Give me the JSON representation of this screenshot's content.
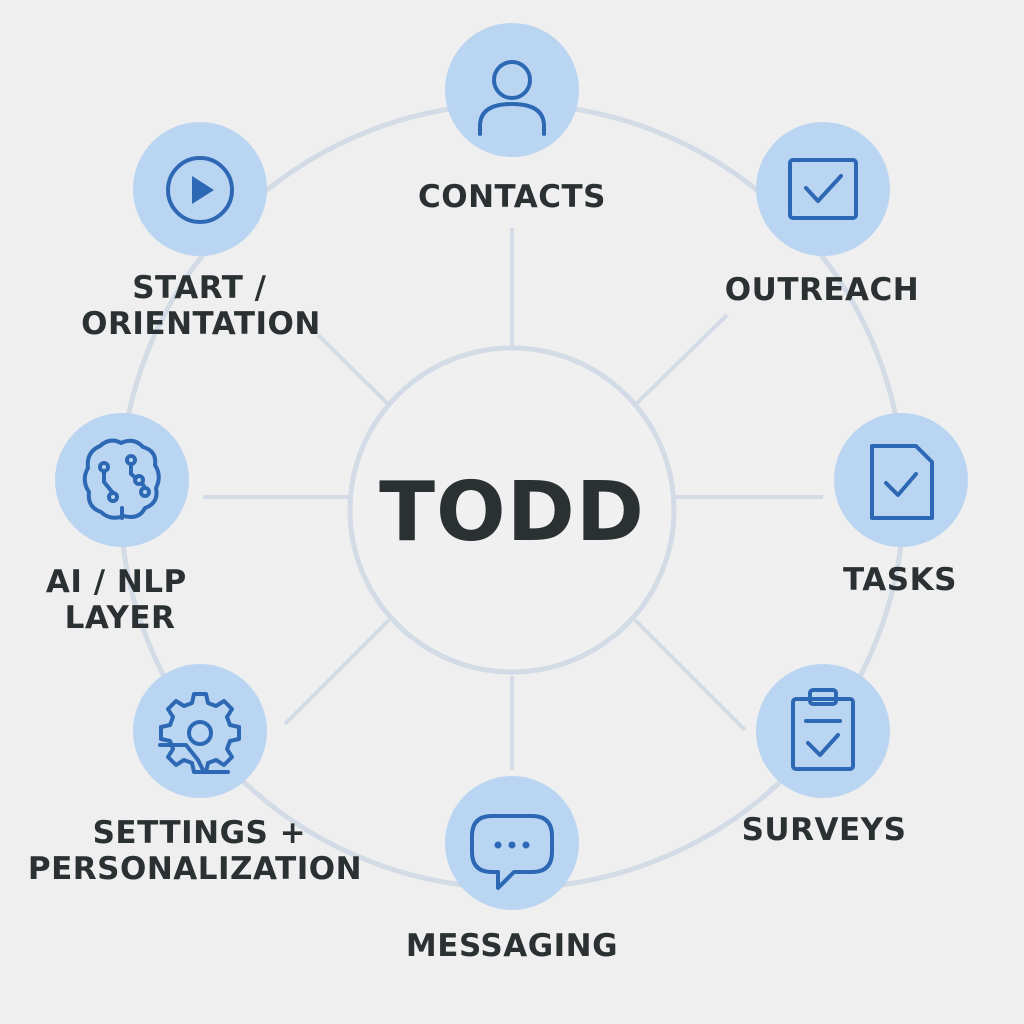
{
  "hub": {
    "label": "TODD"
  },
  "nodes": [
    {
      "id": "contacts",
      "label_lines": [
        "CONTACTS"
      ],
      "icon": "person-icon"
    },
    {
      "id": "outreach",
      "label_lines": [
        "OUTREACH"
      ],
      "icon": "checkbox-icon"
    },
    {
      "id": "tasks",
      "label_lines": [
        "TASKS"
      ],
      "icon": "document-check-icon"
    },
    {
      "id": "surveys",
      "label_lines": [
        "SURVEYS"
      ],
      "icon": "clipboard-check-icon"
    },
    {
      "id": "messaging",
      "label_lines": [
        "MESSAGING"
      ],
      "icon": "chat-bubble-icon"
    },
    {
      "id": "settings",
      "label_lines": [
        "SETTINGS +",
        "PERSONALIZATION"
      ],
      "icon": "gear-icon"
    },
    {
      "id": "ai-nlp",
      "label_lines": [
        "AI / NLP",
        "LAYER"
      ],
      "icon": "brain-circuit-icon"
    },
    {
      "id": "start",
      "label_lines": [
        "START /",
        "ORIENTATION"
      ],
      "icon": "play-icon"
    }
  ],
  "colors": {
    "background": "#efefef",
    "node_fill": "#b9d5f1",
    "icon": "#2d68b5",
    "connector": "#d2dbe6",
    "text": "#2b3133"
  }
}
